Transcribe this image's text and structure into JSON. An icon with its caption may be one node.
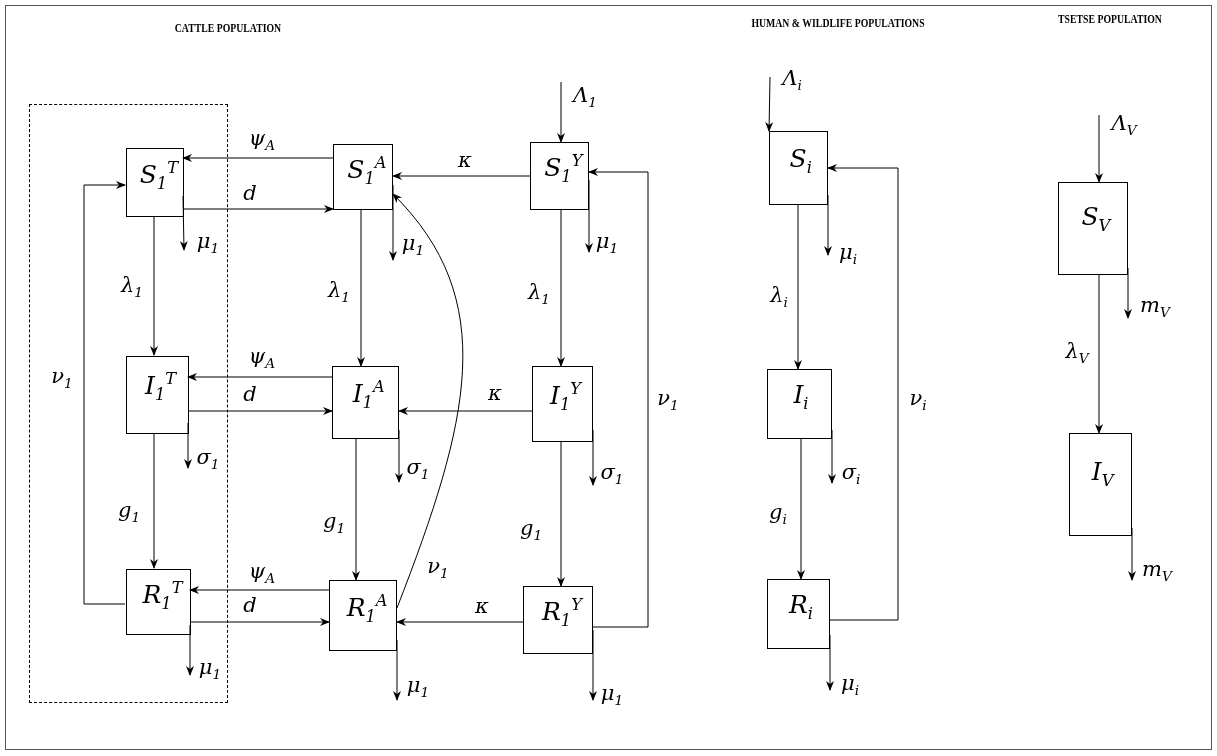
{
  "diagram": {
    "nodes": [
      {
        "text": [],
        "shape": "box"
      },
      {
        "text": [
          "S$_{1}$$^{T}$"
        ],
        "in": 0
      },
      {
        "text": [
          "S$_{1}$$^{A}$"
        ]
      },
      {
        "text": [
          "S$_{1}$$^{Y}$"
        ]
      },
      {
        "text": [
          "I$_{1}$$^{T}$"
        ],
        "in": 0
      },
      {
        "text": [
          "I$_{1}$$^{A}$"
        ]
      },
      {
        "text": [
          "I$_{1}$$^{Y}$"
        ]
      },
      {
        "text": [
          "R$_{1}$$^{T}$"
        ],
        "in": 0
      },
      {
        "text": [
          "R$_{1}$$^{A}$"
        ]
      },
      {
        "text": [
          "R$_{1}$$^{Y}$"
        ]
      },
      {
        "text": [
          "S$_{i}$"
        ]
      },
      {
        "text": [
          "I$_{i}$"
        ]
      },
      {
        "text": [
          "R$_{i}$"
        ]
      },
      {
        "text": [
          "S$_{V}$"
        ]
      },
      {
        "text": [
          "I$_{V}$"
        ]
      }
    ],
    "edges": [
      {
        "from": null,
        "to": 3,
        "arrow": "to",
        "label": "Λ$_{1}$"
      },
      {
        "from": 2,
        "to": 1,
        "arrow": "to",
        "label": "ψ$_{A}$"
      },
      {
        "from": 1,
        "to": 2,
        "arrow": "to",
        "label": "d"
      },
      {
        "from": 3,
        "to": 2,
        "arrow": "to",
        "label": "κ"
      },
      {
        "from": 1,
        "to": null,
        "arrow": "to",
        "label": "μ$_{1}$"
      },
      {
        "from": 2,
        "to": null,
        "arrow": "to",
        "label": "μ$_{1}$"
      },
      {
        "from": 3,
        "to": null,
        "arrow": "to",
        "label": "μ$_{1}$"
      },
      {
        "from": 1,
        "to": 4,
        "arrow": "to",
        "label": "λ$_{1}$"
      },
      {
        "from": 2,
        "to": 5,
        "arrow": "to",
        "label": "λ$_{1}$"
      },
      {
        "from": 3,
        "to": 6,
        "arrow": "to",
        "label": "λ$_{1}$"
      },
      {
        "from": 5,
        "to": 4,
        "arrow": "to",
        "label": "ψ$_{A}$"
      },
      {
        "from": 4,
        "to": 5,
        "arrow": "to",
        "label": "d"
      },
      {
        "from": 6,
        "to": 5,
        "arrow": "to",
        "label": "κ"
      },
      {
        "from": 4,
        "to": null,
        "arrow": "to",
        "label": "σ$_{1}$"
      },
      {
        "from": 5,
        "to": null,
        "arrow": "to",
        "label": "σ$_{1}$"
      },
      {
        "from": 6,
        "to": null,
        "arrow": "to",
        "label": "σ$_{1}$"
      },
      {
        "from": 4,
        "to": 7,
        "arrow": "to",
        "label": "g$_{1}$"
      },
      {
        "from": 5,
        "to": 8,
        "arrow": "to",
        "label": "g$_{1}$"
      },
      {
        "from": 6,
        "to": 9,
        "arrow": "to",
        "label": "g$_{1}$"
      },
      {
        "from": 8,
        "to": 7,
        "arrow": "to",
        "label": "ψ$_{A}$"
      },
      {
        "from": 7,
        "to": 8,
        "arrow": "to",
        "label": "d"
      },
      {
        "from": 9,
        "to": 8,
        "arrow": "to",
        "label": "κ"
      },
      {
        "from": 7,
        "to": null,
        "arrow": "to",
        "label": "μ$_{1}$"
      },
      {
        "from": 8,
        "to": null,
        "arrow": "to",
        "label": "μ$_{1}$"
      },
      {
        "from": 9,
        "to": null,
        "arrow": "to",
        "label": "μ$_{1}$"
      },
      {
        "from": 7,
        "to": 1,
        "arrow": "to",
        "label": "ν$_{1}$"
      },
      {
        "from": 8,
        "to": 2,
        "arrow": "to",
        "label": "ν$_{1}$"
      },
      {
        "from": 9,
        "to": 3,
        "arrow": "to",
        "label": "ν$_{1}$"
      },
      {
        "from": null,
        "to": 10,
        "arrow": "to",
        "label": "Λ$_{i}$"
      },
      {
        "from": 10,
        "to": null,
        "arrow": "to",
        "label": "μ$_{i}$"
      },
      {
        "from": 10,
        "to": 11,
        "arrow": "to",
        "label": "λ$_{i}$"
      },
      {
        "from": 11,
        "to": null,
        "arrow": "to",
        "label": "σ$_{i}$"
      },
      {
        "from": 11,
        "to": 12,
        "arrow": "to",
        "label": "g$_{i}$"
      },
      {
        "from": 12,
        "to": null,
        "arrow": "to",
        "label": "μ$_{i}$"
      },
      {
        "from": 12,
        "to": 10,
        "arrow": "to",
        "label": "ν$_{i}$"
      },
      {
        "from": null,
        "to": 13,
        "arrow": "to",
        "label": "Λ$_{V}$"
      },
      {
        "from": 13,
        "to": null,
        "arrow": "to",
        "label": "m$_{V}$"
      },
      {
        "from": 13,
        "to": 14,
        "arrow": "to",
        "label": "λ$_{V}$"
      },
      {
        "from": 14,
        "to": null,
        "arrow": "to",
        "label": "m$_{V}$"
      }
    ],
    "labels": [
      "CATTLE POPULATION",
      "HUMAN & WILDLIFE POPULATIONS",
      "TSETSE POPULATION"
    ]
  }
}
